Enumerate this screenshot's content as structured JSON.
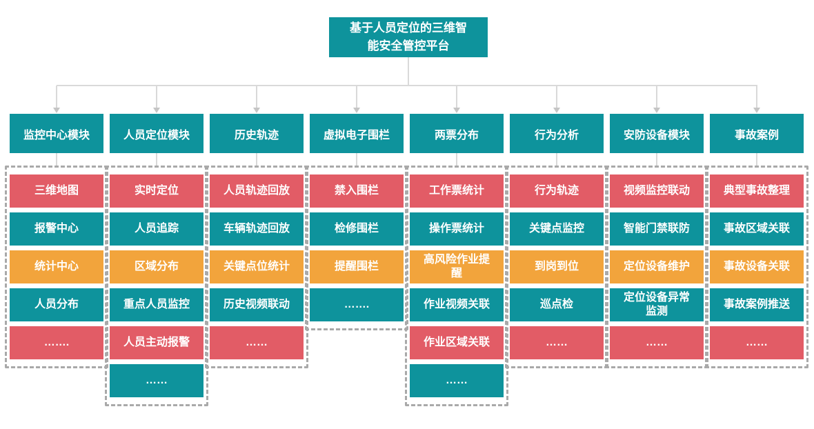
{
  "platform": {
    "title": "基于人员定位的三维智能安全管控平台",
    "title_display": "基于人员定位的三维智\n能安全管控平台"
  },
  "colors": {
    "teal": "#0e939c",
    "red": "#e25c66",
    "orange": "#f2a43c",
    "connector_line": "#d9d9d9",
    "arrowhead": "#c5c5c5",
    "group_dash_border": "#a9a9a9",
    "text": "#ffffff",
    "background": "#ffffff"
  },
  "modules": [
    {
      "header": "监控中心模块",
      "items": [
        {
          "label": "三维地图",
          "color": "red"
        },
        {
          "label": "报警中心",
          "color": "teal"
        },
        {
          "label": "统计中心",
          "color": "orange"
        },
        {
          "label": "人员分布",
          "color": "teal"
        },
        {
          "label": "…….",
          "color": "red"
        }
      ]
    },
    {
      "header": "人员定位模块",
      "items": [
        {
          "label": "实时定位",
          "color": "red"
        },
        {
          "label": "人员追踪",
          "color": "teal"
        },
        {
          "label": "区域分布",
          "color": "orange"
        },
        {
          "label": "重点人员监控",
          "color": "teal"
        },
        {
          "label": "人员主动报警",
          "color": "red"
        },
        {
          "label": "……",
          "color": "teal"
        }
      ]
    },
    {
      "header": "历史轨迹",
      "items": [
        {
          "label": "人员轨迹回放",
          "color": "red"
        },
        {
          "label": "车辆轨迹回放",
          "color": "teal"
        },
        {
          "label": "关键点位统计",
          "color": "orange"
        },
        {
          "label": "历史视频联动",
          "color": "teal"
        },
        {
          "label": "……",
          "color": "red"
        }
      ]
    },
    {
      "header": "虚拟电子围栏",
      "items": [
        {
          "label": "禁入围栏",
          "color": "red"
        },
        {
          "label": "检修围栏",
          "color": "teal"
        },
        {
          "label": "提醒围栏",
          "color": "orange"
        },
        {
          "label": "…….",
          "color": "teal"
        }
      ]
    },
    {
      "header": "两票分布",
      "items": [
        {
          "label": "工作票统计",
          "color": "red"
        },
        {
          "label": "操作票统计",
          "color": "teal"
        },
        {
          "label": "高风险作业提\n醒",
          "color": "orange"
        },
        {
          "label": "作业视频关联",
          "color": "teal"
        },
        {
          "label": "作业区域关联",
          "color": "red"
        },
        {
          "label": "……",
          "color": "teal"
        }
      ]
    },
    {
      "header": "行为分析",
      "items": [
        {
          "label": "行为轨迹",
          "color": "red"
        },
        {
          "label": "关键点监控",
          "color": "teal"
        },
        {
          "label": "到岗到位",
          "color": "orange"
        },
        {
          "label": "巡点检",
          "color": "teal"
        },
        {
          "label": "……",
          "color": "red"
        }
      ]
    },
    {
      "header": "安防设备模块",
      "items": [
        {
          "label": "视频监控联动",
          "color": "red"
        },
        {
          "label": "智能门禁联防",
          "color": "teal"
        },
        {
          "label": "定位设备维护",
          "color": "orange"
        },
        {
          "label": "定位设备异常\n监测",
          "color": "teal"
        },
        {
          "label": "……",
          "color": "red"
        }
      ]
    },
    {
      "header": "事故案例",
      "items": [
        {
          "label": "典型事故整理",
          "color": "red"
        },
        {
          "label": "事故区域关联",
          "color": "teal"
        },
        {
          "label": "事故设备关联",
          "color": "orange"
        },
        {
          "label": "事故案例推送",
          "color": "teal"
        },
        {
          "label": "……",
          "color": "red"
        }
      ]
    }
  ]
}
